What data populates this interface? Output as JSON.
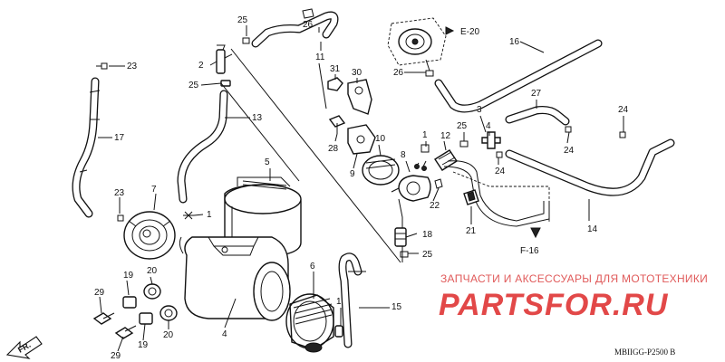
{
  "diagram": {
    "callouts": [
      {
        "id": "c16",
        "text": "16"
      },
      {
        "id": "c26a",
        "text": "26"
      },
      {
        "id": "c25a",
        "text": "25"
      },
      {
        "id": "c11",
        "text": "11"
      },
      {
        "id": "c23a",
        "text": "23"
      },
      {
        "id": "c2",
        "text": "2"
      },
      {
        "id": "c31",
        "text": "31"
      },
      {
        "id": "c30",
        "text": "30"
      },
      {
        "id": "c26b",
        "text": "26"
      },
      {
        "id": "c25b",
        "text": "25"
      },
      {
        "id": "c13",
        "text": "13"
      },
      {
        "id": "c27",
        "text": "27"
      },
      {
        "id": "c3",
        "text": "3"
      },
      {
        "id": "c25c",
        "text": "25"
      },
      {
        "id": "c24a",
        "text": "24"
      },
      {
        "id": "c17",
        "text": "17"
      },
      {
        "id": "c28",
        "text": "28"
      },
      {
        "id": "c10",
        "text": "10"
      },
      {
        "id": "c12",
        "text": "12"
      },
      {
        "id": "c1a",
        "text": "1"
      },
      {
        "id": "c24b",
        "text": "24"
      },
      {
        "id": "c4a",
        "text": "4"
      },
      {
        "id": "c8",
        "text": "8"
      },
      {
        "id": "c5",
        "text": "5"
      },
      {
        "id": "c24c",
        "text": "24"
      },
      {
        "id": "c9",
        "text": "9"
      },
      {
        "id": "c23b",
        "text": "23"
      },
      {
        "id": "c7",
        "text": "7"
      },
      {
        "id": "c1b",
        "text": "1"
      },
      {
        "id": "c22",
        "text": "22"
      },
      {
        "id": "c14",
        "text": "14"
      },
      {
        "id": "c21",
        "text": "21"
      },
      {
        "id": "c18",
        "text": "18"
      },
      {
        "id": "c25d",
        "text": "25"
      },
      {
        "id": "c6",
        "text": "6"
      },
      {
        "id": "c19a",
        "text": "19"
      },
      {
        "id": "c20a",
        "text": "20"
      },
      {
        "id": "c29a",
        "text": "29"
      },
      {
        "id": "c1c",
        "text": "1"
      },
      {
        "id": "c15",
        "text": "15"
      },
      {
        "id": "c20b",
        "text": "20"
      },
      {
        "id": "c4b",
        "text": "4"
      },
      {
        "id": "c19b",
        "text": "19"
      },
      {
        "id": "c29b",
        "text": "29"
      }
    ],
    "ref_e20": "E-20",
    "ref_f16": "F-16",
    "front_marker": "FR.",
    "drawing_code": "MBIIGG-P2500 B",
    "watermark_caption": "ЗАПЧАСТИ И АКСЕССУАРЫ ДЛЯ МОТОТЕХНИКИ",
    "watermark_logo": "PARTSFOR.RU"
  }
}
